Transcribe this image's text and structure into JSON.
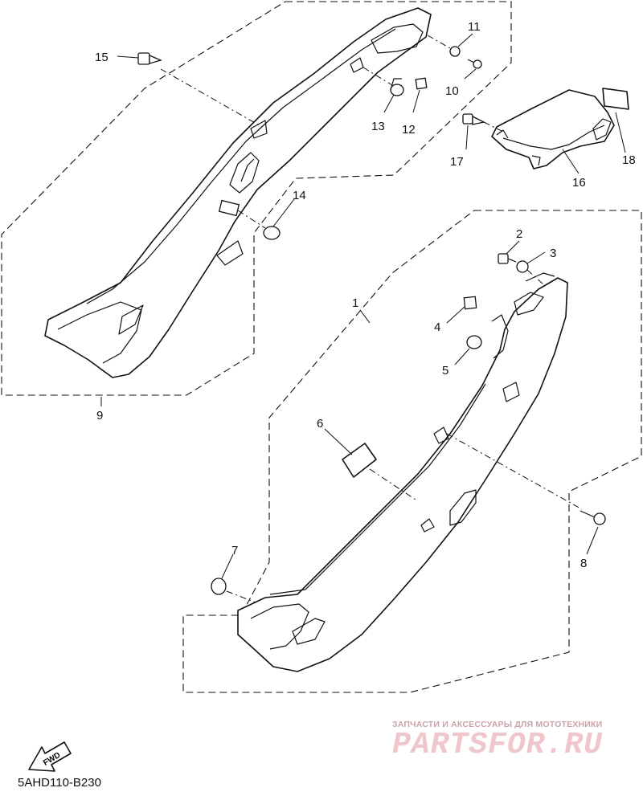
{
  "callouts": {
    "c1": "1",
    "c2": "2",
    "c3": "3",
    "c4": "4",
    "c5": "5",
    "c6": "6",
    "c7": "7",
    "c8": "8",
    "c9": "9",
    "c10": "10",
    "c11": "11",
    "c12": "12",
    "c13": "13",
    "c14": "14",
    "c15": "15",
    "c16": "16",
    "c17": "17",
    "c18": "18"
  },
  "fwd_label": "FWD",
  "drawing_code": "5AHD110-B230",
  "watermark": {
    "caption": "ЗАПЧАСТИ И АКСЕССУАРЫ ДЛЯ МОТОТЕХНИКИ",
    "brand": "PARTSFOR.RU"
  },
  "colors": {
    "line": "#111111",
    "background": "#ffffff",
    "watermark": "#efc6cb"
  }
}
